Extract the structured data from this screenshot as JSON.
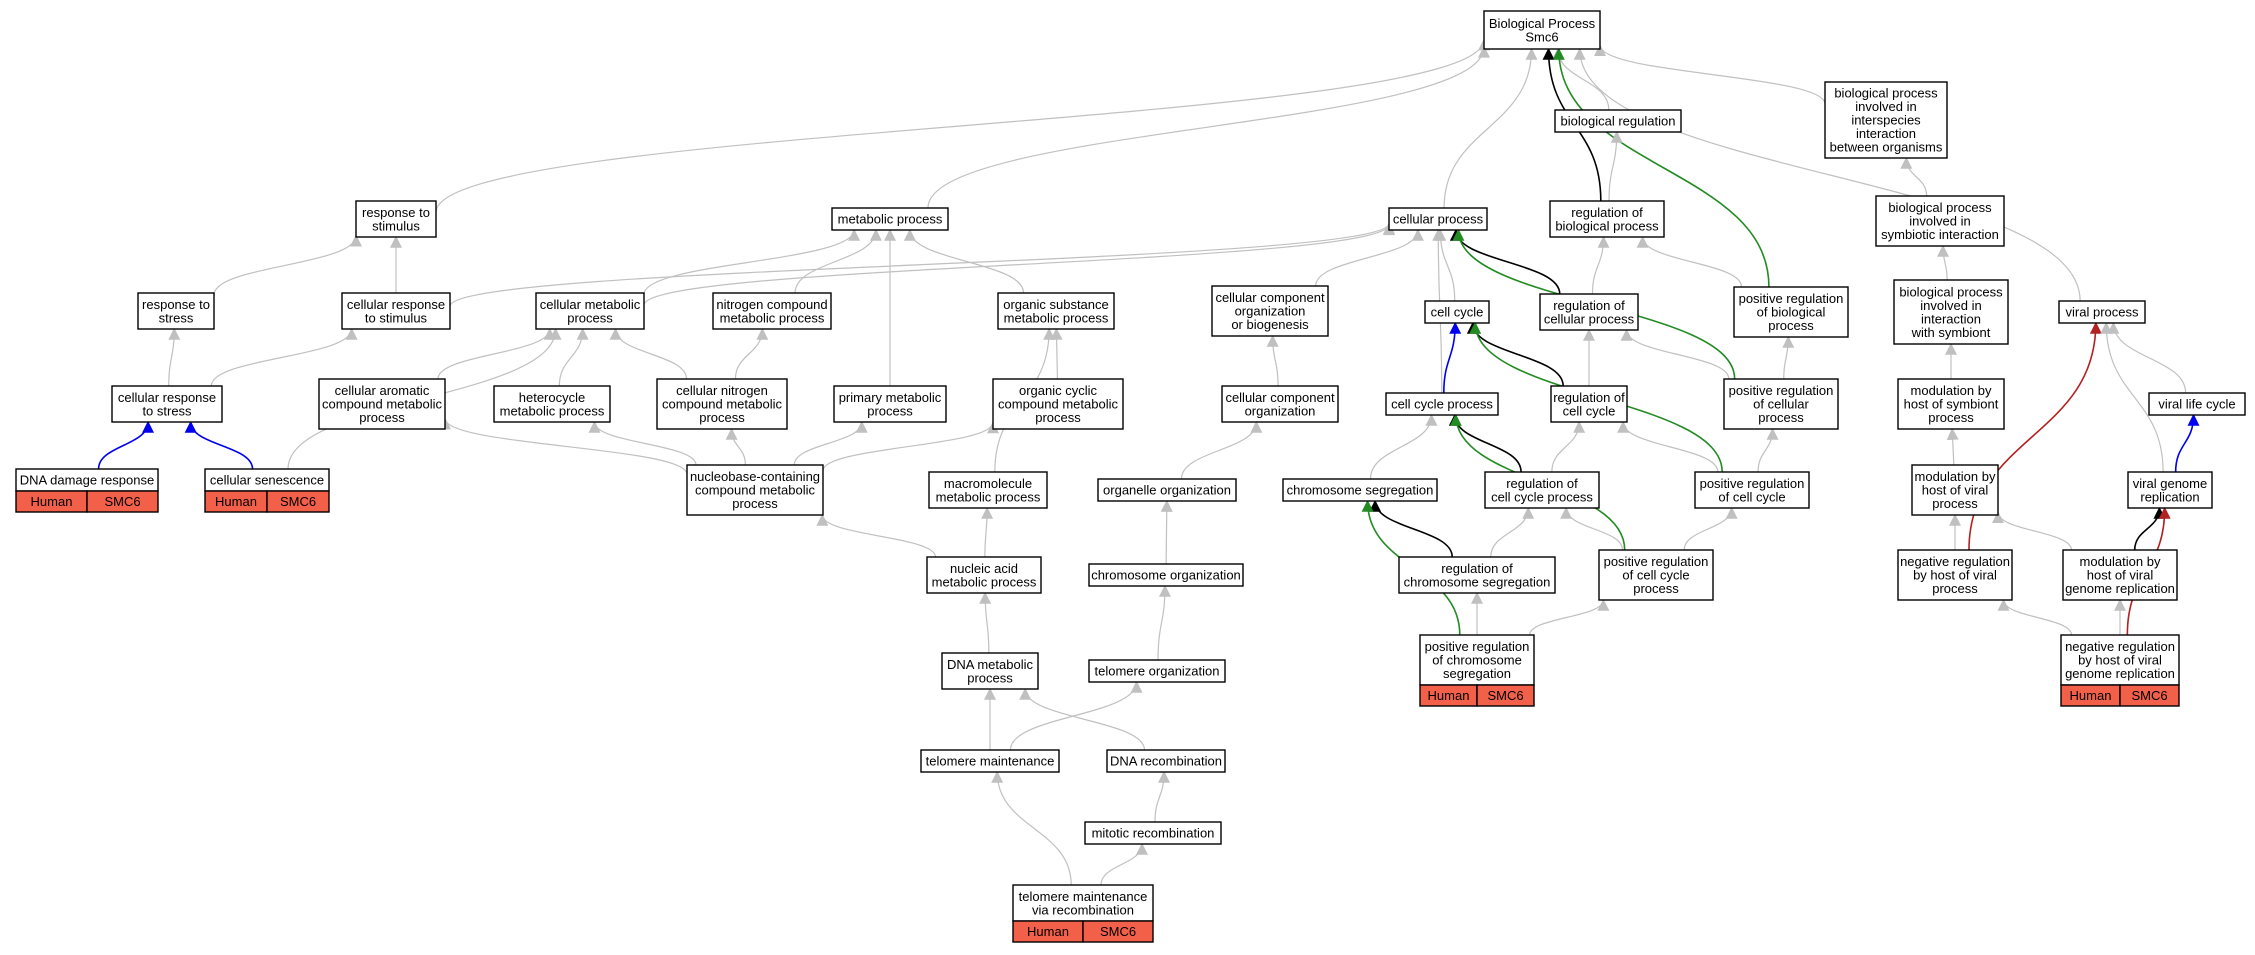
{
  "colors": {
    "gray_edge": "#c0c0c0",
    "black_edge": "#000000",
    "blue_edge": "#0000ee",
    "green_edge": "#228b22",
    "red_edge": "#b22222",
    "annotation_fill": "#f26049",
    "node_border": "#000000",
    "node_fill": "#ffffff"
  },
  "nodes": [
    {
      "id": "root",
      "lines": [
        "Biological Process",
        "Smc6"
      ]
    },
    {
      "id": "bioreg",
      "lines": [
        "biological regulation"
      ]
    },
    {
      "id": "interspecies",
      "lines": [
        "biological process",
        "involved in",
        "interspecies",
        "interaction",
        "between organisms"
      ]
    },
    {
      "id": "symbiotic",
      "lines": [
        "biological process",
        "involved in",
        "symbiotic interaction"
      ]
    },
    {
      "id": "withsymbiont",
      "lines": [
        "biological process",
        "involved in",
        "interaction",
        "with symbiont"
      ]
    },
    {
      "id": "modsymbiont",
      "lines": [
        "modulation by",
        "host of symbiont",
        "process"
      ]
    },
    {
      "id": "modviral",
      "lines": [
        "modulation by",
        "host of viral",
        "process"
      ]
    },
    {
      "id": "negviral",
      "lines": [
        "negative regulation",
        "by host of viral",
        "process"
      ]
    },
    {
      "id": "viralproc",
      "lines": [
        "viral process"
      ]
    },
    {
      "id": "virallife",
      "lines": [
        "viral life cycle"
      ]
    },
    {
      "id": "viralgenome",
      "lines": [
        "viral genome",
        "replication"
      ]
    },
    {
      "id": "modgenome",
      "lines": [
        "modulation by",
        "host of viral",
        "genome replication"
      ]
    },
    {
      "id": "neggenome",
      "lines": [
        "negative regulation",
        "by host of viral",
        "genome replication"
      ],
      "tags": [
        "Human",
        "SMC6"
      ]
    },
    {
      "id": "regbio",
      "lines": [
        "regulation of",
        "biological process"
      ]
    },
    {
      "id": "posbio",
      "lines": [
        "positive regulation",
        "of biological",
        "process"
      ]
    },
    {
      "id": "cellproc",
      "lines": [
        "cellular process"
      ]
    },
    {
      "id": "regcell",
      "lines": [
        "regulation of",
        "cellular process"
      ]
    },
    {
      "id": "poscell",
      "lines": [
        "positive regulation",
        "of cellular",
        "process"
      ]
    },
    {
      "id": "cellcycle",
      "lines": [
        "cell cycle"
      ]
    },
    {
      "id": "regcycle",
      "lines": [
        "regulation of",
        "cell cycle"
      ]
    },
    {
      "id": "poscycle",
      "lines": [
        "positive regulation",
        "of cell cycle"
      ]
    },
    {
      "id": "cycleproc",
      "lines": [
        "cell cycle process"
      ]
    },
    {
      "id": "regcycleproc",
      "lines": [
        "regulation of",
        "cell cycle process"
      ]
    },
    {
      "id": "poscycleproc",
      "lines": [
        "positive regulation",
        "of cell cycle",
        "process"
      ]
    },
    {
      "id": "chrseg",
      "lines": [
        "chromosome segregation"
      ]
    },
    {
      "id": "regchrseg",
      "lines": [
        "regulation of",
        "chromosome segregation"
      ]
    },
    {
      "id": "poschrseg",
      "lines": [
        "positive regulation",
        "of chromosome",
        "segregation"
      ],
      "tags": [
        "Human",
        "SMC6"
      ]
    },
    {
      "id": "ccob",
      "lines": [
        "cellular component",
        "organization",
        "or biogenesis"
      ]
    },
    {
      "id": "cco",
      "lines": [
        "cellular component",
        "organization"
      ]
    },
    {
      "id": "organelle",
      "lines": [
        "organelle organization"
      ]
    },
    {
      "id": "chrorg",
      "lines": [
        "chromosome organization"
      ]
    },
    {
      "id": "telorg",
      "lines": [
        "telomere organization"
      ]
    },
    {
      "id": "metab",
      "lines": [
        "metabolic process"
      ]
    },
    {
      "id": "cellmetab",
      "lines": [
        "cellular metabolic",
        "process"
      ]
    },
    {
      "id": "nitrogen",
      "lines": [
        "nitrogen compound",
        "metabolic process"
      ]
    },
    {
      "id": "orgsub",
      "lines": [
        "organic substance",
        "metabolic process"
      ]
    },
    {
      "id": "cellarom",
      "lines": [
        "cellular aromatic",
        "compound metabolic",
        "process"
      ]
    },
    {
      "id": "hetero",
      "lines": [
        "heterocycle",
        "metabolic process"
      ]
    },
    {
      "id": "cellnitro",
      "lines": [
        "cellular nitrogen",
        "compound metabolic",
        "process"
      ]
    },
    {
      "id": "primary",
      "lines": [
        "primary metabolic",
        "process"
      ]
    },
    {
      "id": "orgcyclic",
      "lines": [
        "organic cyclic",
        "compound metabolic",
        "process"
      ]
    },
    {
      "id": "nucleobase",
      "lines": [
        "nucleobase-containing",
        "compound metabolic",
        "process"
      ]
    },
    {
      "id": "macro",
      "lines": [
        "macromolecule",
        "metabolic process"
      ]
    },
    {
      "id": "nucleic",
      "lines": [
        "nucleic acid",
        "metabolic process"
      ]
    },
    {
      "id": "dnametab",
      "lines": [
        "DNA metabolic",
        "process"
      ]
    },
    {
      "id": "telmaint",
      "lines": [
        "telomere maintenance"
      ]
    },
    {
      "id": "dnarecomb",
      "lines": [
        "DNA recombination"
      ]
    },
    {
      "id": "mitotic",
      "lines": [
        "mitotic recombination"
      ]
    },
    {
      "id": "telrecomb",
      "lines": [
        "telomere maintenance",
        "via recombination"
      ],
      "tags": [
        "Human",
        "SMC6"
      ]
    },
    {
      "id": "stimulus",
      "lines": [
        "response to",
        "stimulus"
      ]
    },
    {
      "id": "stress",
      "lines": [
        "response to",
        "stress"
      ]
    },
    {
      "id": "cellstim",
      "lines": [
        "cellular response",
        "to stimulus"
      ]
    },
    {
      "id": "cellstress",
      "lines": [
        "cellular response",
        "to stress"
      ]
    },
    {
      "id": "dnadamage",
      "lines": [
        "DNA damage response"
      ],
      "tags": [
        "Human",
        "SMC6"
      ]
    },
    {
      "id": "senescence",
      "lines": [
        "cellular senescence"
      ],
      "tags": [
        "Human",
        "SMC6"
      ]
    }
  ],
  "edges": [
    {
      "from": "bioreg",
      "to": "root",
      "color": "gray"
    },
    {
      "from": "interspecies",
      "to": "root",
      "color": "gray"
    },
    {
      "from": "viralproc",
      "to": "root",
      "color": "gray"
    },
    {
      "from": "regbio",
      "to": "root",
      "color": "black"
    },
    {
      "from": "posbio",
      "to": "root",
      "color": "green"
    },
    {
      "from": "cellproc",
      "to": "root",
      "color": "gray"
    },
    {
      "from": "metab",
      "to": "root",
      "color": "gray"
    },
    {
      "from": "stimulus",
      "to": "root",
      "color": "gray"
    },
    {
      "from": "regbio",
      "to": "bioreg",
      "color": "gray"
    },
    {
      "from": "symbiotic",
      "to": "interspecies",
      "color": "gray"
    },
    {
      "from": "withsymbiont",
      "to": "symbiotic",
      "color": "gray"
    },
    {
      "from": "modsymbiont",
      "to": "withsymbiont",
      "color": "gray"
    },
    {
      "from": "modviral",
      "to": "modsymbiont",
      "color": "gray"
    },
    {
      "from": "negviral",
      "to": "modviral",
      "color": "gray"
    },
    {
      "from": "modgenome",
      "to": "modviral",
      "color": "gray"
    },
    {
      "from": "negviral",
      "to": "viralproc",
      "color": "red"
    },
    {
      "from": "virallife",
      "to": "viralproc",
      "color": "gray"
    },
    {
      "from": "viralgenome",
      "to": "viralproc",
      "color": "gray"
    },
    {
      "from": "viralgenome",
      "to": "virallife",
      "color": "blue"
    },
    {
      "from": "modgenome",
      "to": "viralgenome",
      "color": "black"
    },
    {
      "from": "neggenome",
      "to": "viralgenome",
      "color": "red"
    },
    {
      "from": "neggenome",
      "to": "modgenome",
      "color": "gray"
    },
    {
      "from": "neggenome",
      "to": "negviral",
      "color": "gray"
    },
    {
      "from": "posbio",
      "to": "regbio",
      "color": "gray"
    },
    {
      "from": "regcell",
      "to": "regbio",
      "color": "gray"
    },
    {
      "from": "poscell",
      "to": "posbio",
      "color": "gray"
    },
    {
      "from": "regcell",
      "to": "cellproc",
      "color": "black"
    },
    {
      "from": "poscell",
      "to": "cellproc",
      "color": "green"
    },
    {
      "from": "cellcycle",
      "to": "cellproc",
      "color": "gray"
    },
    {
      "from": "cycleproc",
      "to": "cellproc",
      "color": "gray"
    },
    {
      "from": "ccob",
      "to": "cellproc",
      "color": "gray"
    },
    {
      "from": "cellmetab",
      "to": "cellproc",
      "color": "gray"
    },
    {
      "from": "cellstim",
      "to": "cellproc",
      "color": "gray"
    },
    {
      "from": "poscell",
      "to": "regcell",
      "color": "gray"
    },
    {
      "from": "regcycle",
      "to": "regcell",
      "color": "gray"
    },
    {
      "from": "regcycle",
      "to": "cellcycle",
      "color": "black"
    },
    {
      "from": "poscycle",
      "to": "cellcycle",
      "color": "green"
    },
    {
      "from": "cycleproc",
      "to": "cellcycle",
      "color": "blue"
    },
    {
      "from": "poscycle",
      "to": "regcycle",
      "color": "gray"
    },
    {
      "from": "regcycleproc",
      "to": "regcycle",
      "color": "gray"
    },
    {
      "from": "poscycle",
      "to": "poscell",
      "color": "gray"
    },
    {
      "from": "poscycleproc",
      "to": "poscycle",
      "color": "gray"
    },
    {
      "from": "regcycleproc",
      "to": "cycleproc",
      "color": "black"
    },
    {
      "from": "poscycleproc",
      "to": "cycleproc",
      "color": "green"
    },
    {
      "from": "chrseg",
      "to": "cycleproc",
      "color": "gray"
    },
    {
      "from": "poscycleproc",
      "to": "regcycleproc",
      "color": "gray"
    },
    {
      "from": "regchrseg",
      "to": "regcycleproc",
      "color": "gray"
    },
    {
      "from": "regchrseg",
      "to": "chrseg",
      "color": "black"
    },
    {
      "from": "poschrseg",
      "to": "chrseg",
      "color": "green"
    },
    {
      "from": "poschrseg",
      "to": "regchrseg",
      "color": "gray"
    },
    {
      "from": "poschrseg",
      "to": "poscycleproc",
      "color": "gray"
    },
    {
      "from": "cco",
      "to": "ccob",
      "color": "gray"
    },
    {
      "from": "organelle",
      "to": "cco",
      "color": "gray"
    },
    {
      "from": "chrorg",
      "to": "organelle",
      "color": "gray"
    },
    {
      "from": "telorg",
      "to": "chrorg",
      "color": "gray"
    },
    {
      "from": "telmaint",
      "to": "telorg",
      "color": "gray"
    },
    {
      "from": "cellmetab",
      "to": "metab",
      "color": "gray"
    },
    {
      "from": "nitrogen",
      "to": "metab",
      "color": "gray"
    },
    {
      "from": "orgsub",
      "to": "metab",
      "color": "gray"
    },
    {
      "from": "primary",
      "to": "metab",
      "color": "gray"
    },
    {
      "from": "cellarom",
      "to": "cellmetab",
      "color": "gray"
    },
    {
      "from": "hetero",
      "to": "cellmetab",
      "color": "gray"
    },
    {
      "from": "cellnitro",
      "to": "cellmetab",
      "color": "gray"
    },
    {
      "from": "senescence",
      "to": "cellmetab",
      "color": "gray"
    },
    {
      "from": "cellnitro",
      "to": "nitrogen",
      "color": "gray"
    },
    {
      "from": "orgcyclic",
      "to": "orgsub",
      "color": "gray"
    },
    {
      "from": "macro",
      "to": "orgsub",
      "color": "gray"
    },
    {
      "from": "nucleobase",
      "to": "cellarom",
      "color": "gray"
    },
    {
      "from": "nucleobase",
      "to": "hetero",
      "color": "gray"
    },
    {
      "from": "nucleobase",
      "to": "cellnitro",
      "color": "gray"
    },
    {
      "from": "nucleobase",
      "to": "primary",
      "color": "gray"
    },
    {
      "from": "nucleobase",
      "to": "orgcyclic",
      "color": "gray"
    },
    {
      "from": "nucleic",
      "to": "nucleobase",
      "color": "gray"
    },
    {
      "from": "nucleic",
      "to": "macro",
      "color": "gray"
    },
    {
      "from": "dnametab",
      "to": "nucleic",
      "color": "gray"
    },
    {
      "from": "telmaint",
      "to": "dnametab",
      "color": "gray"
    },
    {
      "from": "dnarecomb",
      "to": "dnametab",
      "color": "gray"
    },
    {
      "from": "mitotic",
      "to": "dnarecomb",
      "color": "gray"
    },
    {
      "from": "telrecomb",
      "to": "mitotic",
      "color": "gray"
    },
    {
      "from": "telrecomb",
      "to": "telmaint",
      "color": "gray"
    },
    {
      "from": "stress",
      "to": "stimulus",
      "color": "gray"
    },
    {
      "from": "cellstim",
      "to": "stimulus",
      "color": "gray"
    },
    {
      "from": "cellstress",
      "to": "stress",
      "color": "gray"
    },
    {
      "from": "cellstress",
      "to": "cellstim",
      "color": "gray"
    },
    {
      "from": "dnadamage",
      "to": "cellstress",
      "color": "blue"
    },
    {
      "from": "senescence",
      "to": "cellstress",
      "color": "blue"
    }
  ]
}
